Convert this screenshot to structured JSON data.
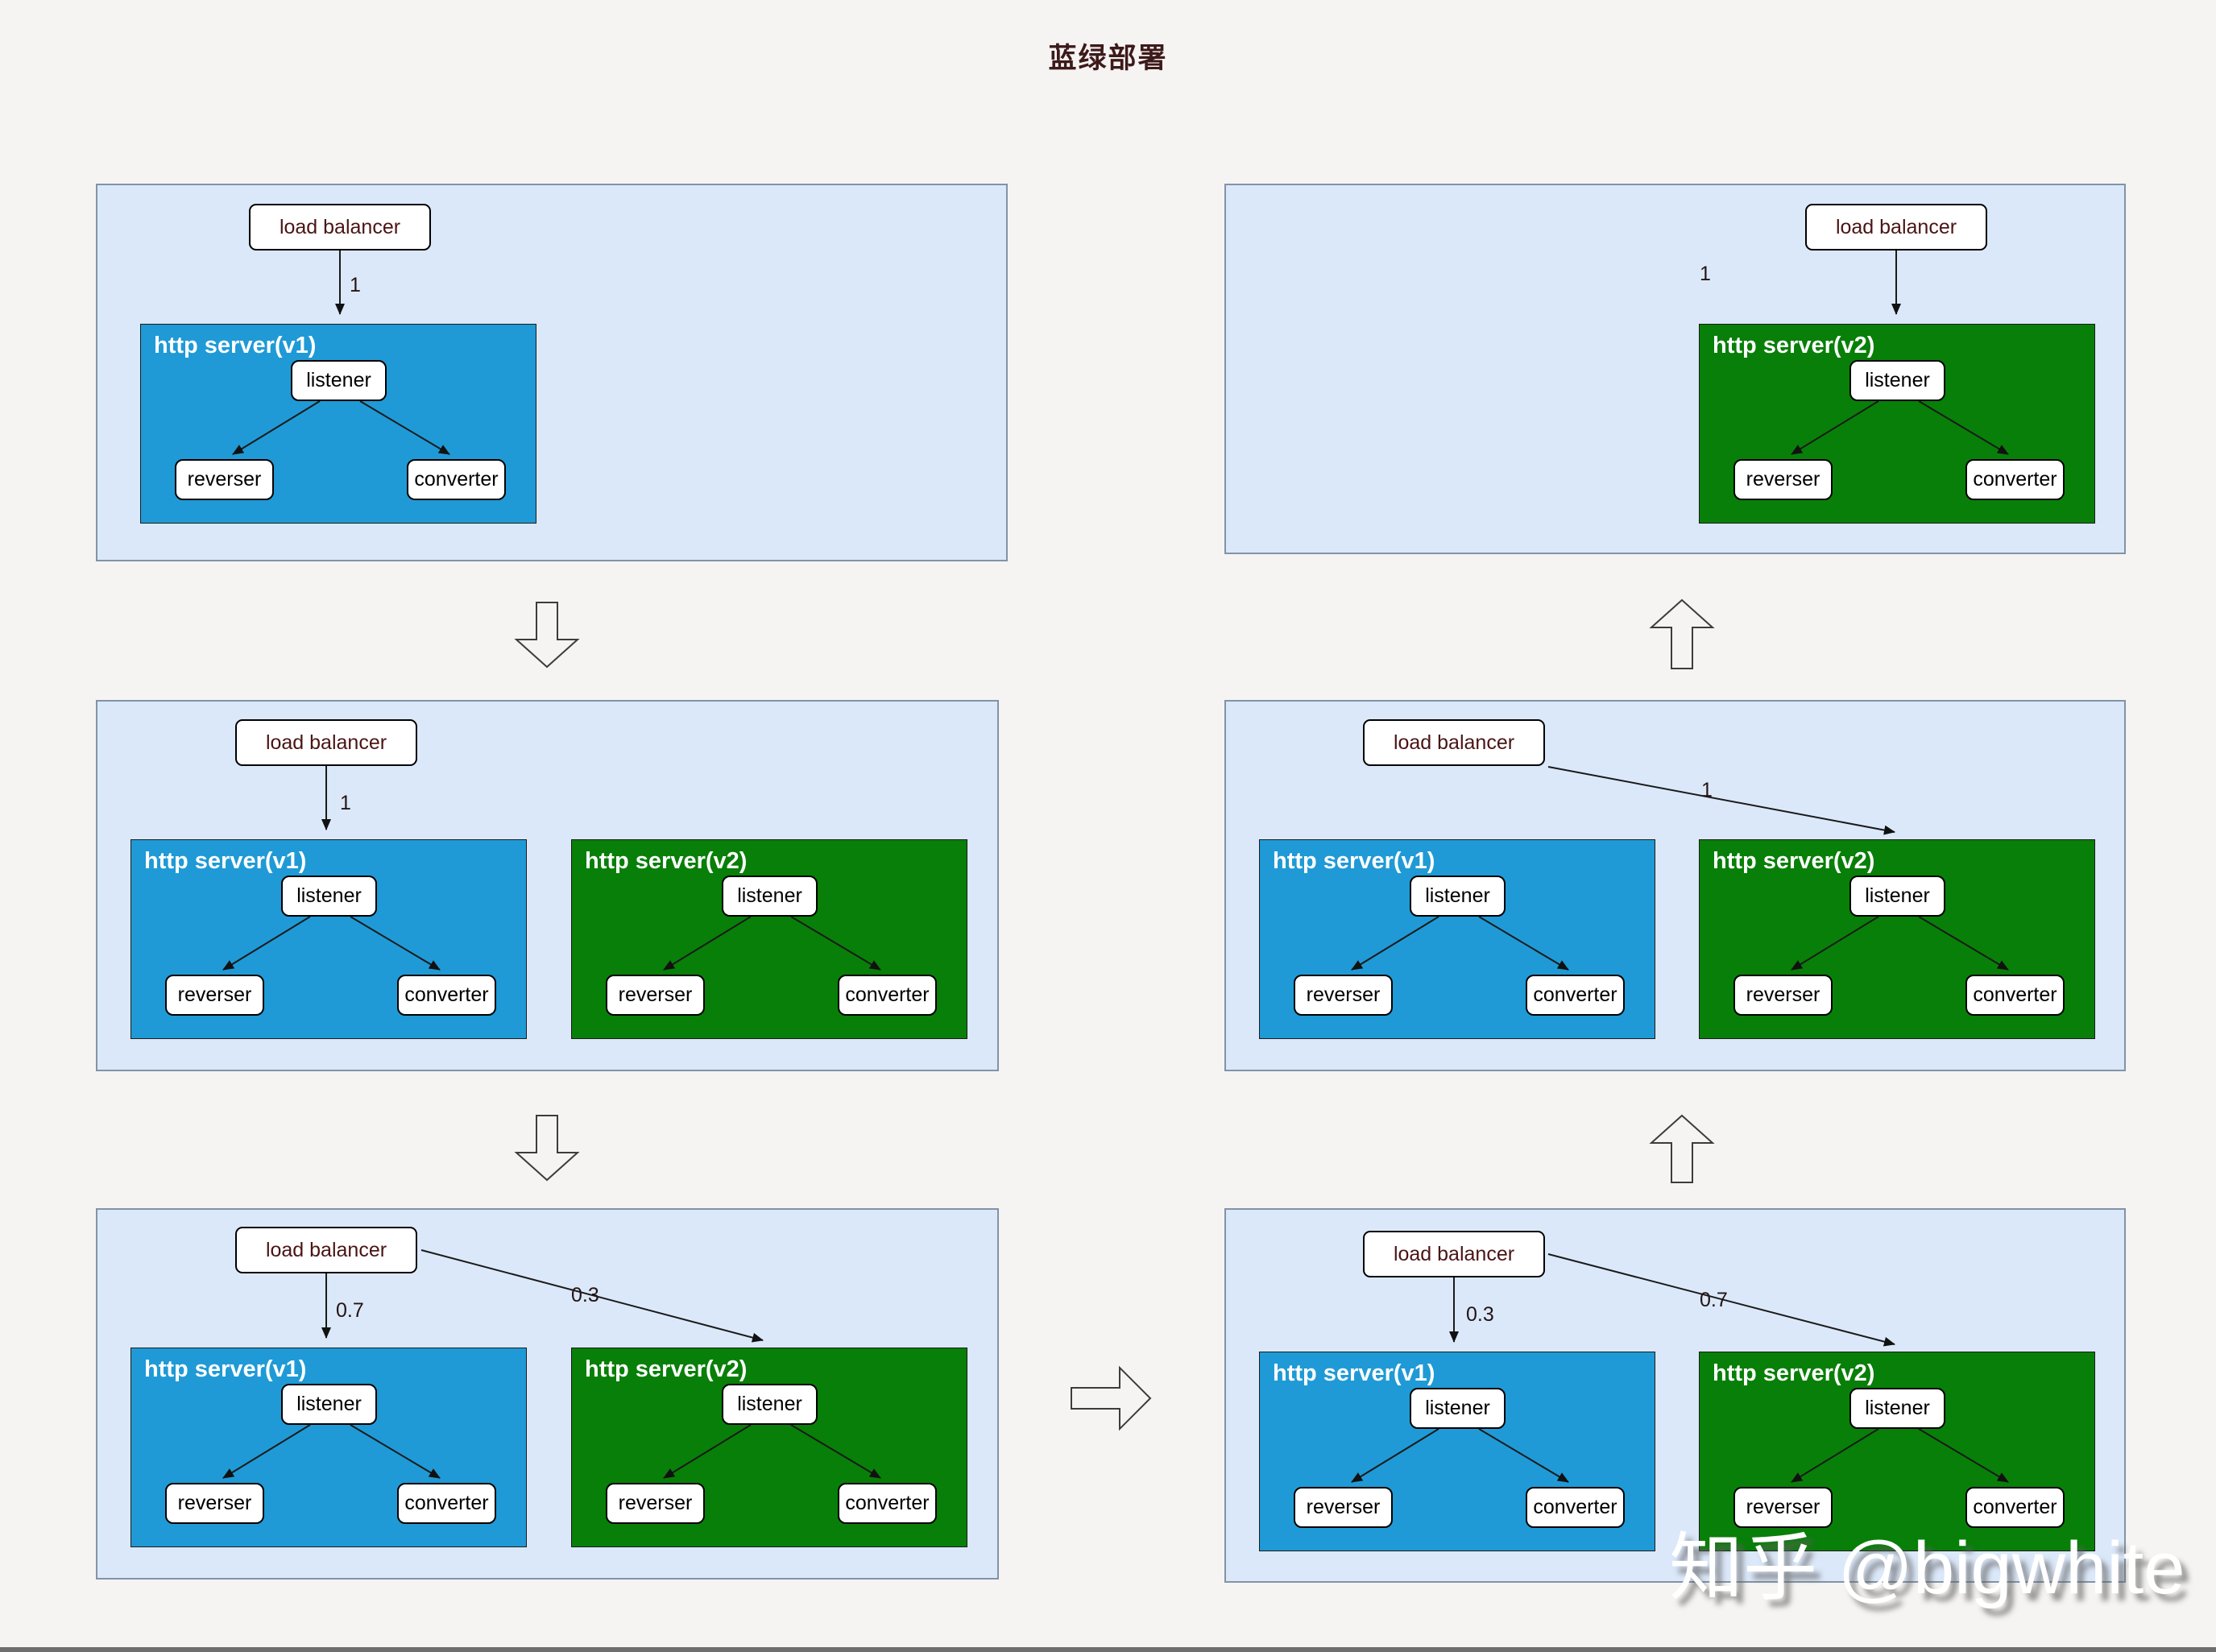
{
  "title": "蓝绿部署",
  "watermark": "知乎 @bigwhite",
  "colors": {
    "page_bg": "#f5f4f2",
    "panel_bg": "#dbe8f9",
    "panel_border": "#8193a7",
    "server_v1_fill": "#1f9ad6",
    "server_v2_fill": "#087f08",
    "node_fill": "#ffffff",
    "lb_text": "#4a1414",
    "title_text": "#3d1a1a"
  },
  "panels": [
    {
      "load_balancer": "load balancer",
      "edges": [
        {
          "label": "1",
          "to": "v1"
        }
      ],
      "servers": [
        {
          "version": "v1",
          "title": "http server(v1)",
          "nodes": [
            "listener",
            "reverser",
            "converter"
          ]
        }
      ]
    },
    {
      "load_balancer": "load balancer",
      "edges": [
        {
          "label": "1",
          "to": "v2"
        }
      ],
      "servers": [
        {
          "version": "v2",
          "title": "http server(v2)",
          "nodes": [
            "listener",
            "reverser",
            "converter"
          ]
        }
      ]
    },
    {
      "load_balancer": "load balancer",
      "edges": [
        {
          "label": "1",
          "to": "v1"
        }
      ],
      "servers": [
        {
          "version": "v1",
          "title": "http server(v1)",
          "nodes": [
            "listener",
            "reverser",
            "converter"
          ]
        },
        {
          "version": "v2",
          "title": "http server(v2)",
          "nodes": [
            "listener",
            "reverser",
            "converter"
          ]
        }
      ]
    },
    {
      "load_balancer": "load balancer",
      "edges": [
        {
          "label": "1",
          "to": "v2"
        }
      ],
      "servers": [
        {
          "version": "v1",
          "title": "http server(v1)",
          "nodes": [
            "listener",
            "reverser",
            "converter"
          ]
        },
        {
          "version": "v2",
          "title": "http server(v2)",
          "nodes": [
            "listener",
            "reverser",
            "converter"
          ]
        }
      ]
    },
    {
      "load_balancer": "load balancer",
      "edges": [
        {
          "label": "0.7",
          "to": "v1"
        },
        {
          "label": "0.3",
          "to": "v2"
        }
      ],
      "servers": [
        {
          "version": "v1",
          "title": "http server(v1)",
          "nodes": [
            "listener",
            "reverser",
            "converter"
          ]
        },
        {
          "version": "v2",
          "title": "http server(v2)",
          "nodes": [
            "listener",
            "reverser",
            "converter"
          ]
        }
      ]
    },
    {
      "load_balancer": "load balancer",
      "edges": [
        {
          "label": "0.3",
          "to": "v1"
        },
        {
          "label": "0.7",
          "to": "v2"
        }
      ],
      "servers": [
        {
          "version": "v1",
          "title": "http server(v1)",
          "nodes": [
            "listener",
            "reverser",
            "converter"
          ]
        },
        {
          "version": "v2",
          "title": "http server(v2)",
          "nodes": [
            "listener",
            "reverser",
            "converter"
          ]
        }
      ]
    }
  ]
}
